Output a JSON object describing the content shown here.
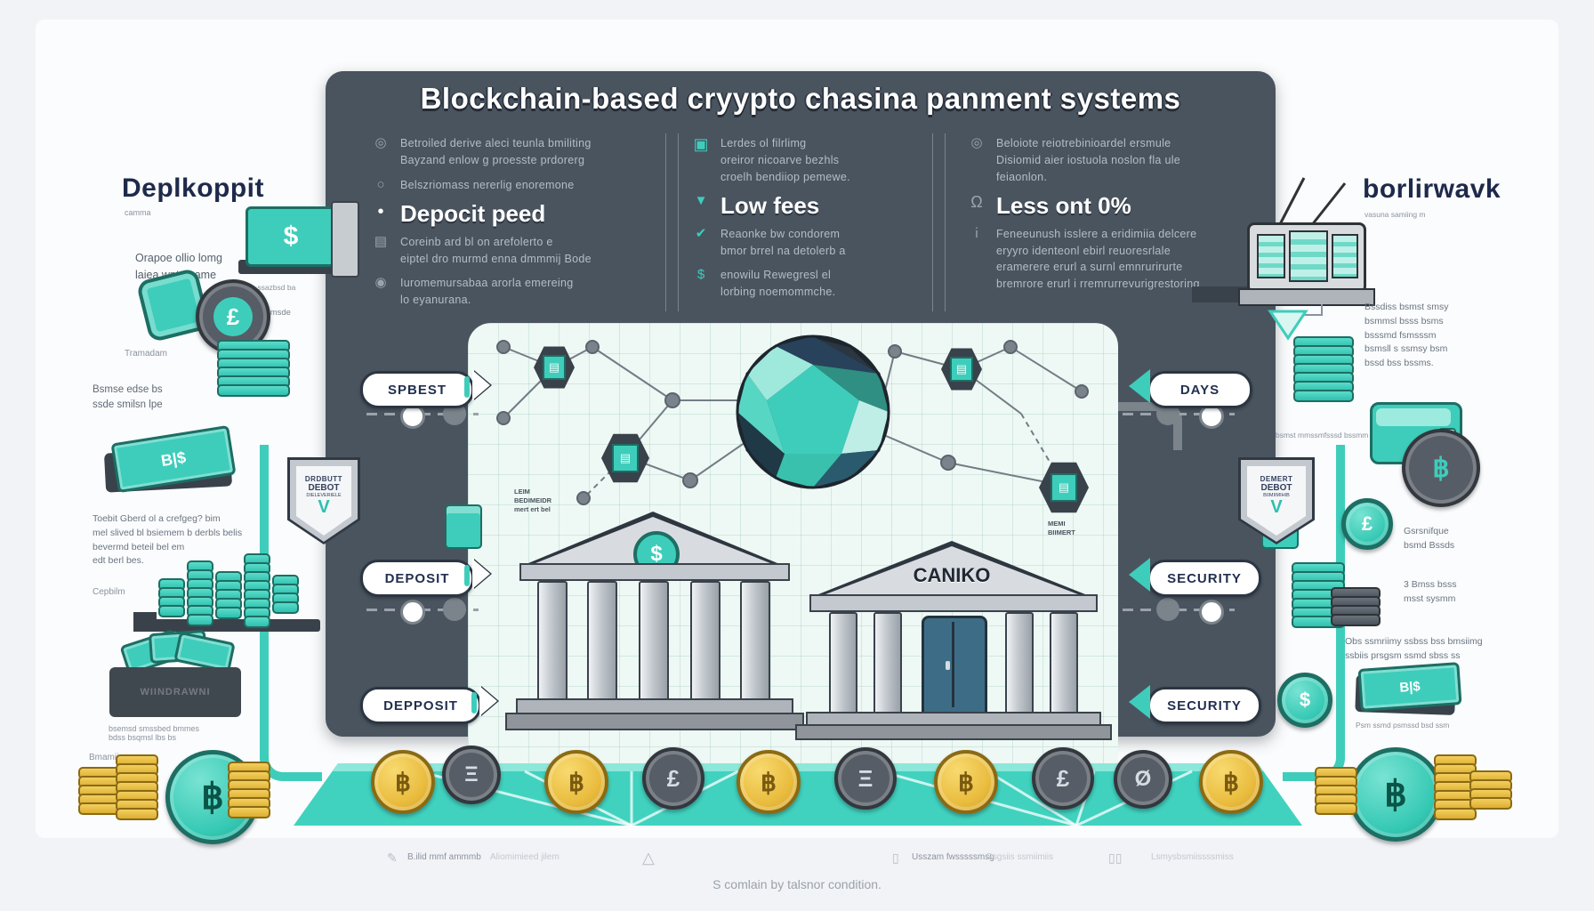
{
  "title": "Blockchain-based  cryypto chasina  panment systems",
  "panel": {
    "col1": {
      "b1": "Betroiled derive aleci teunla bmiliting\nBayzand enlow g proesste prdorerg",
      "b2": "Belszriomass nererlig enoremone",
      "heading": "Depocit peed",
      "b3": "Coreinb ard bl on arefolerto e\neiptel dro murmd enna dmmmij Bode",
      "b4": "Iuromemursabaa arorla emereing\nlo eyanurana."
    },
    "col2": {
      "b1": "Lerdes ol filrlimg\noreiror nicoarve bezhls\ncroelh bendiiop pemewe.",
      "heading": "Low fees",
      "b2": "Reaonke bw condorem\nbmor brrel na detolerb a",
      "b3": "enowilu Rewegresl el\nlorbing noemommche."
    },
    "col3": {
      "b1": "Beloiote reiotrebinioardel ersmule\nDisiomid aier iostuola noslon fla ule\nfeiaonlon.",
      "heading": "Less ont 0%",
      "b2": "Feneeunush isslere a eridimiia delcere\neryyro identeonl ebirl reuoresrlale\neramerere erurl a surnl emnrurirurte\nbremrore erurl i rremrurrevurigrestoring"
    }
  },
  "left": {
    "heading": "Deplkoppit",
    "sub": "camma",
    "intro": "Orapoe ollio lomg\nlaiea wnt eqame",
    "cap1": "Bsazmns ssazbsd ba",
    "cap2": "Belliunz ssamsde",
    "t1": "Tramadam",
    "t2": "Bsmse edse bs\nssde smilsn lpe",
    "note": "B|$",
    "para": "Toebit Gberd ol a crefgeg? bim\nmel slived bl bsiemem b derbls belis\nbevermd beteil bel em\nedt berl bes.",
    "t3": "Cepbilm",
    "withdraw": "WIINDRAWNI",
    "cap3": "bsemsd smssbed bmmes\nbdss bsqmsl lbs bs",
    "t4": "Bmamiing"
  },
  "right": {
    "heading": "borlirwavk",
    "sub": "vasuna samiing m",
    "cap_tv": "bsmst mmssmfsssd bssmm s",
    "para1": "Bssdiss bsmst smsy\nbsmmsl bsss bsms\nbsssmd fsmsssm\nbsmsll s ssmsy bsm\nbssd bss bssms.",
    "para2": "Gsrsnifque\nbsmd Bssds",
    "para3": "3 Bmss bsss\nmsst sysmm",
    "para4": "Obs ssmriimy ssbss bss bmsiimg\nssbiis prsgsm ssmd sbss ss",
    "cap_notes": "Psm ssmd psmssd bsd ssm",
    "note": "B|$"
  },
  "pills": {
    "left": [
      {
        "label": "SPBEST"
      },
      {
        "label": "DEPOSIT"
      },
      {
        "label": "DEPPOSIT"
      }
    ],
    "right": [
      {
        "label": "DAYS"
      },
      {
        "label": "SECURITY"
      },
      {
        "label": "SECURITY"
      }
    ]
  },
  "shields": {
    "left": {
      "l1": "DRDBUTT",
      "l2": "DEBOT",
      "l3": "DIELEVERIELE",
      "check": "V"
    },
    "right": {
      "l1": "DEMERT",
      "l2": "DEBOT",
      "l3": "BIIMIIMIHIB",
      "check": "V"
    }
  },
  "canvas": {
    "bank_name": "CANIKO",
    "dollar": "$",
    "hex_caption_left": "LEIM\nBEDIMEIDR\nmert ert bel",
    "hex_caption_right": "MEMI\nBIIMERT"
  },
  "coins": {
    "row": [
      "฿",
      "Ξ",
      "฿",
      "£",
      "฿",
      "Ξ",
      "฿",
      "£",
      "Ø",
      "฿"
    ],
    "big": "฿",
    "left_coin": "£",
    "right_coin": "฿",
    "small_teal_left": "$",
    "small_teal_right": "£",
    "right_dollar": "$"
  },
  "footer": {
    "f1": "B.ilid mmf ammmb",
    "f2": "Aliomimieed jilem",
    "f4": "Usszam fwsssssmsg",
    "f5": "Gsgsiis ssmiimiis",
    "f7": "Lsmysbsmiissssmiss",
    "center": "S comlain by talsnor condition."
  },
  "icons": {
    "at_circle": "◎",
    "circle": "○",
    "card": "▤",
    "target": "◉",
    "mail_square": "▣",
    "monitor": "▼",
    "check": "✔",
    "dollar": "$",
    "person": "Ω",
    "info": "ⅰ",
    "menu": "≡",
    "bullet": "•",
    "pencil": "✎",
    "warning": "△",
    "doc": "▯",
    "books": "▯▯",
    "chip": "▤"
  },
  "colors": {
    "teal": "#3ecdbb",
    "panel": "#4a545f",
    "gold": "#eec24e",
    "navy": "#1e2a4a"
  }
}
